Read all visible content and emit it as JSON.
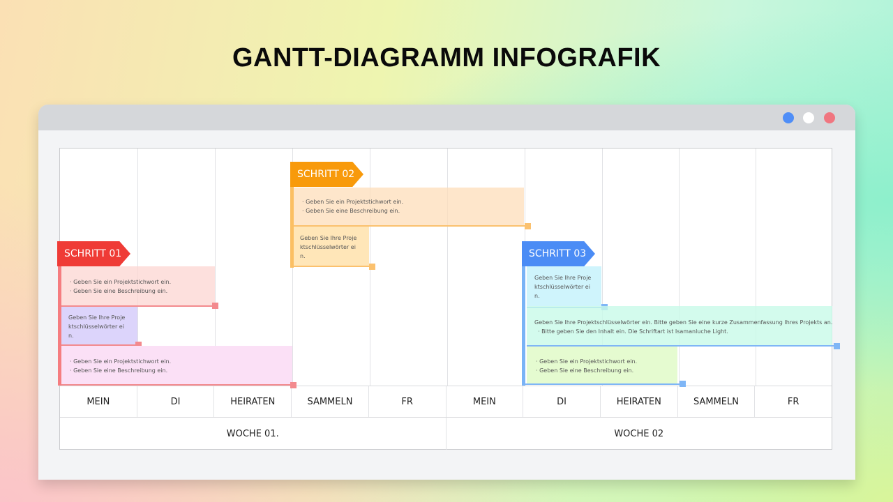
{
  "title": "GANTT-DIAGRAMM INFOGRAFIK",
  "window": {
    "controls": [
      {
        "name": "blue-dot",
        "color": "#4f8ef7"
      },
      {
        "name": "white-dot",
        "color": "#ffffff"
      },
      {
        "name": "red-dot",
        "color": "#f07680"
      }
    ]
  },
  "days": [
    "MEIN",
    "DI",
    "HEIRATEN",
    "SAMMELN",
    "FR",
    "MEIN",
    "DI",
    "HEIRATEN",
    "SAMMELN",
    "FR"
  ],
  "weeks": [
    "WOCHE 01.",
    "WOCHE 02"
  ],
  "steps": [
    {
      "label": "SCHRITT 01",
      "color": "#ef3b36",
      "tasks": [
        {
          "line1": "· Geben Sie ein Projektstichwort ein.",
          "line2": "· Geben Sie eine Beschreibung ein.",
          "line3": ""
        },
        {
          "line1": "Geben Sie Ihre Proje",
          "line2": "ktschlüsselwörter ei",
          "line3": "n."
        },
        {
          "line1": "· Geben Sie ein Projektstichwort ein.",
          "line2": "· Geben Sie eine Beschreibung ein.",
          "line3": ""
        }
      ]
    },
    {
      "label": "SCHRITT 02",
      "color": "#f89a0b",
      "tasks": [
        {
          "line1": "· Geben Sie ein Projektstichwort ein.",
          "line2": "· Geben Sie eine Beschreibung ein.",
          "line3": ""
        },
        {
          "line1": "Geben Sie Ihre Proje",
          "line2": "ktschlüsselwörter ei",
          "line3": "n."
        }
      ]
    },
    {
      "label": "SCHRITT 03",
      "color": "#4b8cf5",
      "tasks": [
        {
          "line1": "Geben Sie Ihre Proje",
          "line2": "ktschlüsselwörter ei",
          "line3": "n."
        },
        {
          "line1": "Geben Sie Ihre Projektschlüsselwörter ein. Bitte geben Sie eine kurze Zusammenfassung Ihres Projekts an.",
          "line2": "  · Bitte geben Sie den Inhalt ein. Die Schriftart ist Isamanluche Light.",
          "line3": ""
        },
        {
          "line1": "· Geben Sie ein Projektstichwort ein.",
          "line2": "· Geben Sie eine Beschreibung ein.",
          "line3": ""
        }
      ]
    }
  ],
  "chart_data": {
    "type": "gantt",
    "title": "GANTT-DIAGRAMM INFOGRAFIK",
    "categories": [
      "MEIN",
      "DI",
      "HEIRATEN",
      "SAMMELN",
      "FR",
      "MEIN",
      "DI",
      "HEIRATEN",
      "SAMMELN",
      "FR"
    ],
    "groups": [
      "WOCHE 01.",
      "WOCHE 02"
    ],
    "series": [
      {
        "name": "SCHRITT 01",
        "tasks": [
          {
            "start": 0,
            "end": 2
          },
          {
            "start": 0,
            "end": 1
          },
          {
            "start": 0,
            "end": 3
          }
        ]
      },
      {
        "name": "SCHRITT 02",
        "tasks": [
          {
            "start": 3,
            "end": 6
          },
          {
            "start": 3,
            "end": 4
          }
        ]
      },
      {
        "name": "SCHRITT 03",
        "tasks": [
          {
            "start": 6,
            "end": 7
          },
          {
            "start": 6,
            "end": 10
          },
          {
            "start": 6,
            "end": 8
          }
        ]
      }
    ]
  }
}
